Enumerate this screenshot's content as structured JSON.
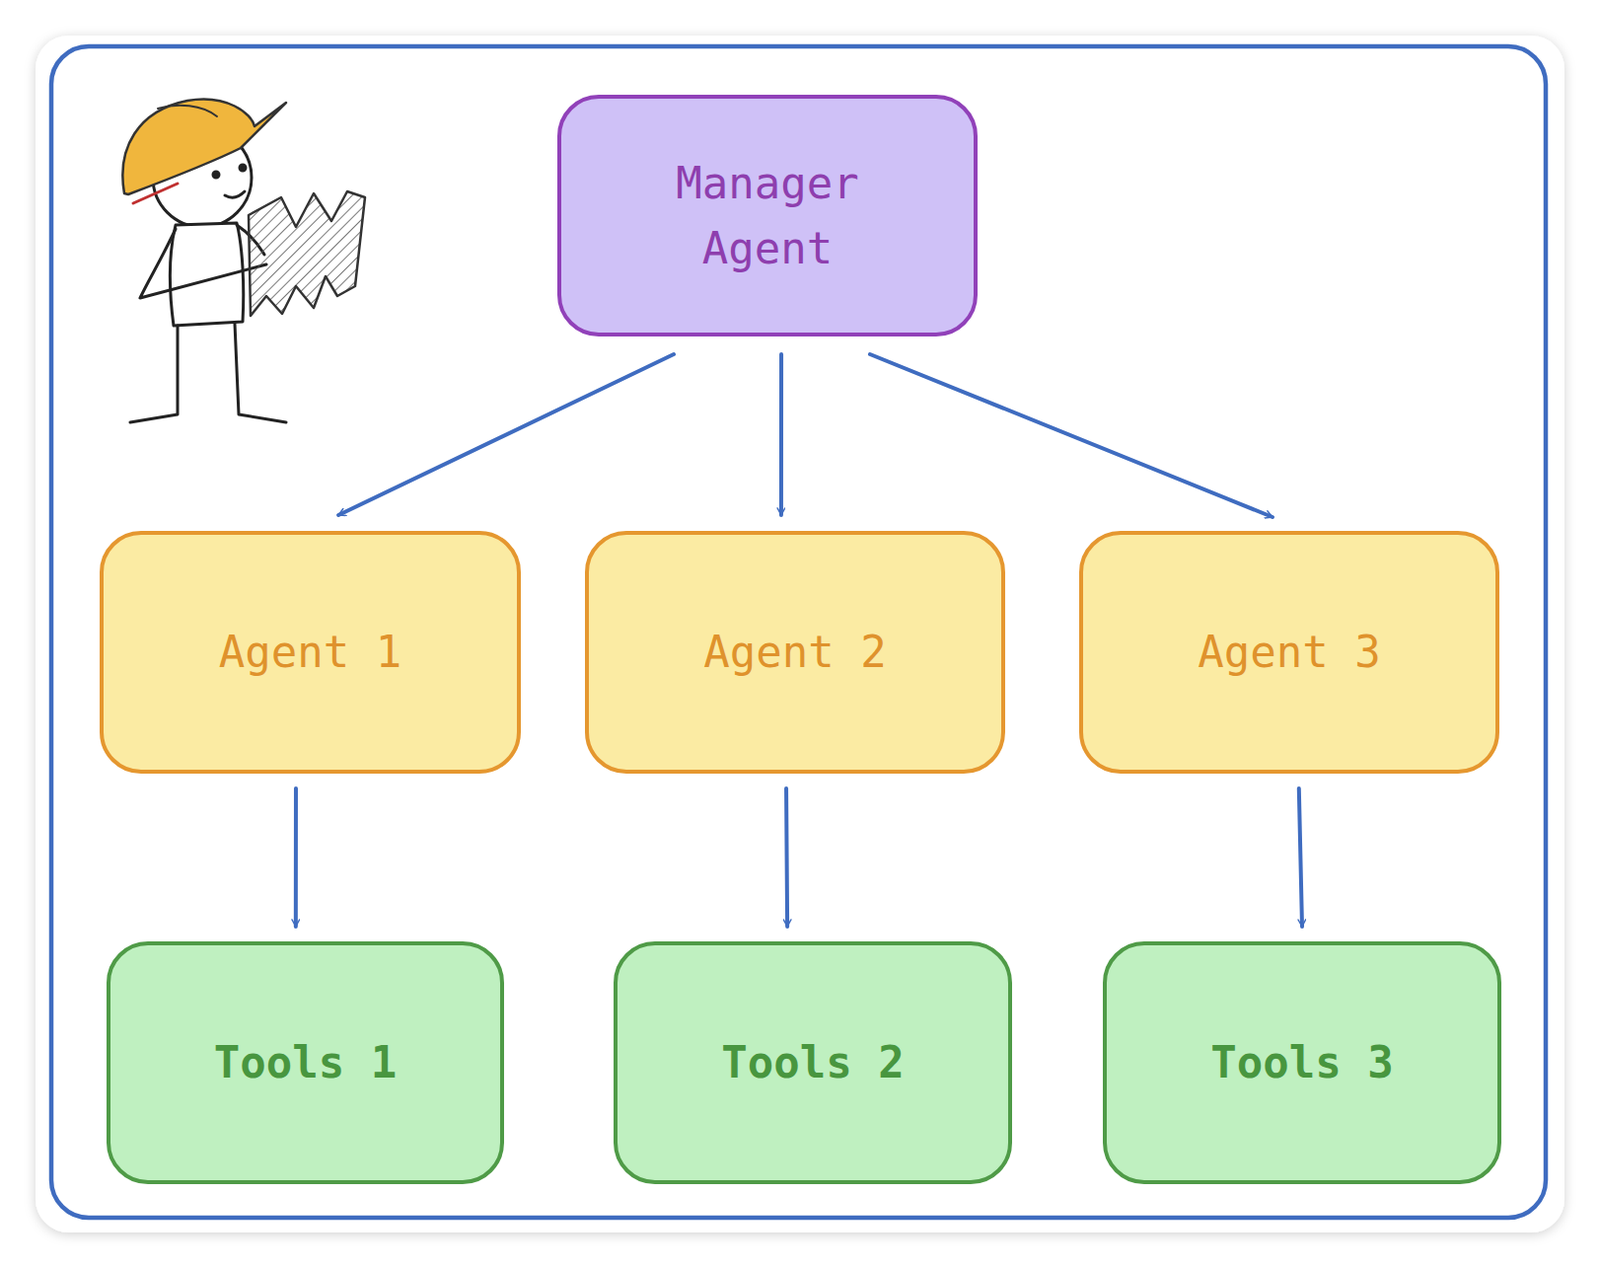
{
  "diagram": {
    "nodes": [
      {
        "text": [
          "Manager Agent"
        ]
      },
      {
        "text": [
          "Agent 1"
        ]
      },
      {
        "text": [
          "Agent 2"
        ]
      },
      {
        "text": [
          "Agent 3"
        ]
      },
      {
        "text": [
          "Tools 1"
        ]
      },
      {
        "text": [
          "Tools 2"
        ]
      },
      {
        "text": [
          "Tools 3"
        ]
      }
    ],
    "edges": [
      {
        "from": 0,
        "to": 1,
        "arrow": "to"
      },
      {
        "from": 0,
        "to": 2,
        "arrow": "to"
      },
      {
        "from": 0,
        "to": 3,
        "arrow": "to"
      },
      {
        "from": 1,
        "to": 4,
        "arrow": "to"
      },
      {
        "from": 2,
        "to": 5,
        "arrow": "to"
      },
      {
        "from": 3,
        "to": 6,
        "arrow": "to"
      }
    ]
  }
}
